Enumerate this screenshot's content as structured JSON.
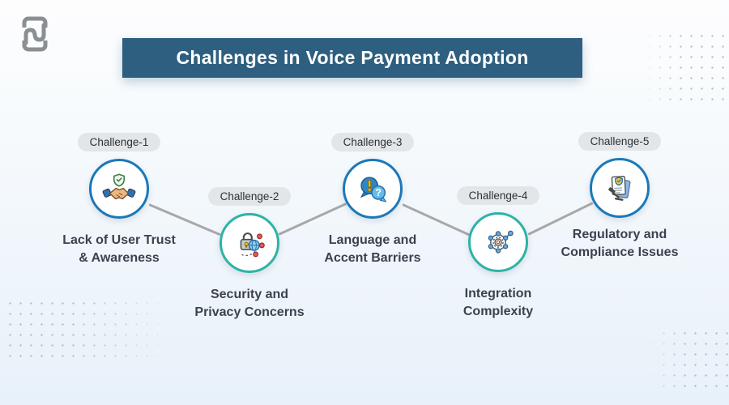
{
  "header": {
    "title": "Challenges in Voice Payment Adoption"
  },
  "logo": {
    "icon": "brand-logo-icon"
  },
  "colors": {
    "banner_bg": "#2e5f80",
    "node_blue": "#1a79b8",
    "node_teal": "#2eb3a5",
    "connector_gray": "#a8a8a8",
    "pill_bg": "#e3e6e9",
    "caption_text": "#3b424e",
    "background_bottom": "#e8f1fa"
  },
  "challenges": [
    {
      "label": "Challenge-1",
      "caption_line1": "Lack of User Trust",
      "caption_line2": "& Awareness",
      "icon": "handshake-trust-icon",
      "accent": "#1a79b8"
    },
    {
      "label": "Challenge-2",
      "caption_line1": "Security and",
      "caption_line2": "Privacy Concerns",
      "icon": "lock-network-icon",
      "accent": "#2eb3a5"
    },
    {
      "label": "Challenge-3",
      "caption_line1": "Language and",
      "caption_line2": "Accent Barriers",
      "icon": "speech-bubbles-icon",
      "accent": "#1a79b8"
    },
    {
      "label": "Challenge-4",
      "caption_line1": "Integration",
      "caption_line2": "Complexity",
      "icon": "network-nodes-icon",
      "accent": "#2eb3a5"
    },
    {
      "label": "Challenge-5",
      "caption_line1": "Regulatory and",
      "caption_line2": "Compliance Issues",
      "icon": "document-gavel-icon",
      "accent": "#1a79b8"
    }
  ]
}
